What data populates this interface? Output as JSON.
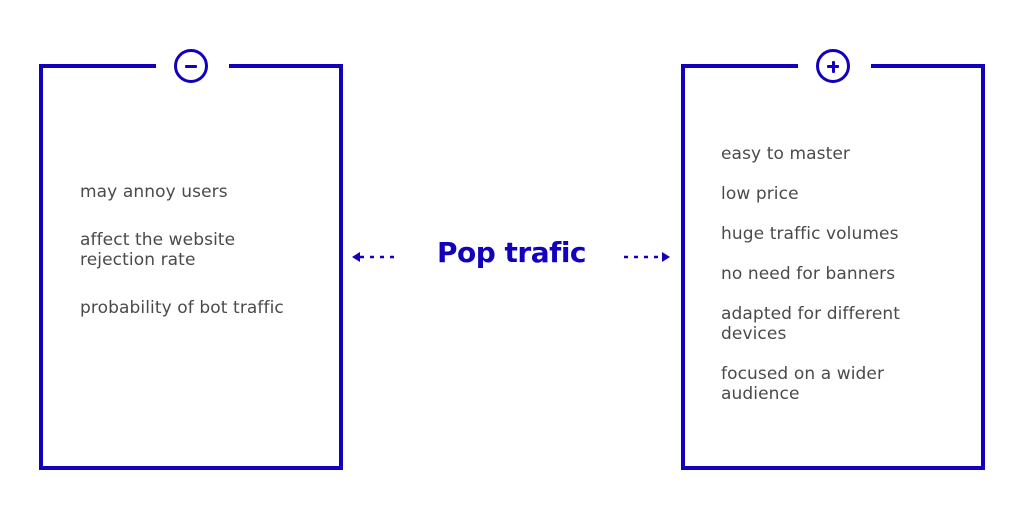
{
  "title": "Pop trafic",
  "colors": {
    "accent": "#1300bd",
    "text": "#4a4a4a",
    "background": "#ffffff"
  },
  "cons": {
    "icon": "minus-circle-icon",
    "items": [
      "may annoy users",
      "affect the website rejection rate",
      "probability of bot traffic"
    ]
  },
  "pros": {
    "icon": "plus-circle-icon",
    "items": [
      "easy to master",
      "low price",
      "huge traffic volumes",
      "no need for banners",
      "adapted for different devices",
      "focused on a wider audience"
    ]
  },
  "arrows": {
    "left": "dashed-arrow-left-icon",
    "right": "dashed-arrow-right-icon"
  }
}
